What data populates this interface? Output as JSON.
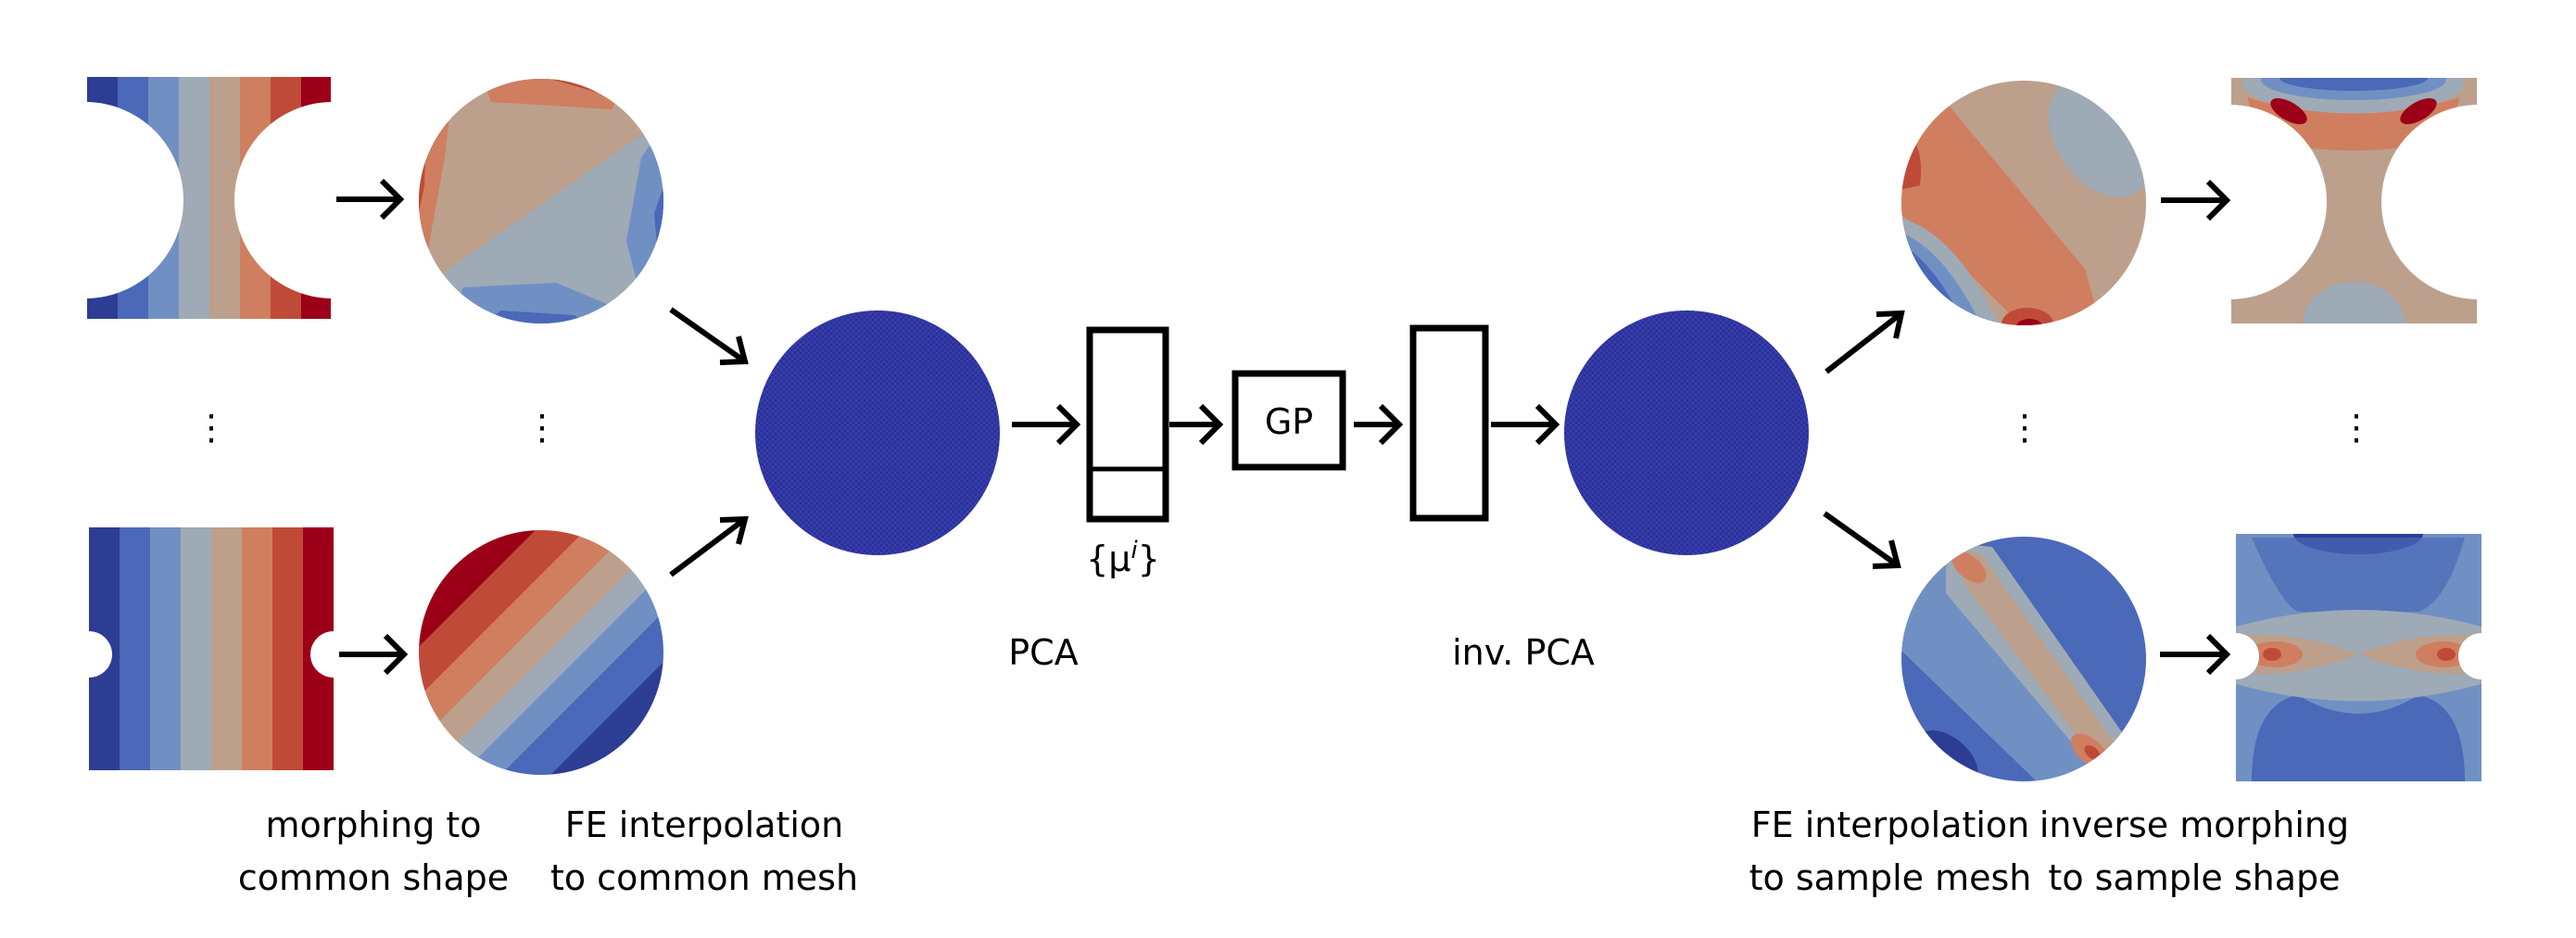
{
  "labels": {
    "morphing_line1": "morphing to",
    "morphing_line2": "common shape",
    "fe_common_line1": "FE interpolation",
    "fe_common_line2": "to common mesh",
    "pca": "PCA",
    "gp": "GP",
    "mu_open": "{μ",
    "mu_sup": "i",
    "mu_close": "}",
    "inv_pca": "inv. PCA",
    "fe_sample_line1": "FE interpolation",
    "fe_sample_line2": "to sample mesh",
    "inverse_line1": "inverse morphing",
    "inverse_line2": "to sample shape",
    "ellipsis": "⋮"
  },
  "colors": {
    "scale": [
      "#2d3d94",
      "#4a69b8",
      "#7090c4",
      "#9eaab5",
      "#bca08c",
      "#d07e60",
      "#c04a38",
      "#9b0018"
    ],
    "mesh_blue": "#2b2f9a"
  }
}
